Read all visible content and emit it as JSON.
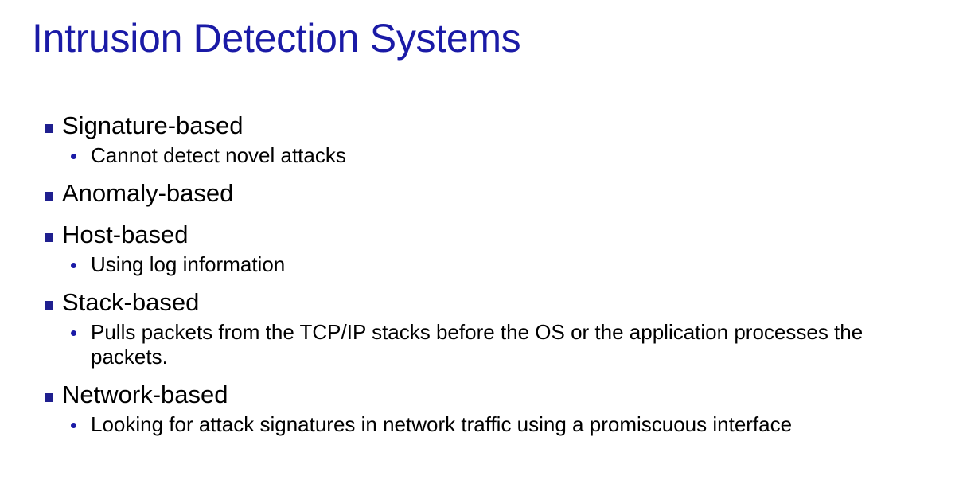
{
  "slide": {
    "title": "Intrusion Detection Systems",
    "items": [
      {
        "label": "Signature-based",
        "sub": "Cannot detect novel attacks"
      },
      {
        "label": "Anomaly-based",
        "sub": ""
      },
      {
        "label": "Host-based",
        "sub": "Using log information"
      },
      {
        "label": "Stack-based",
        "sub": "Pulls packets from the TCP/IP stacks before the OS or the application processes the packets."
      },
      {
        "label": "Network-based",
        "sub": "Looking for attack signatures in network traffic using a promiscuous interface"
      }
    ]
  },
  "colors": {
    "title": "#1a1aa6",
    "bullet_square": "#1f1f8f",
    "bullet_dot": "#1a1aa6",
    "text": "#000000"
  },
  "icons": {
    "level1_bullet": "square-bullet-icon",
    "level2_bullet": "dot-bullet-icon"
  }
}
